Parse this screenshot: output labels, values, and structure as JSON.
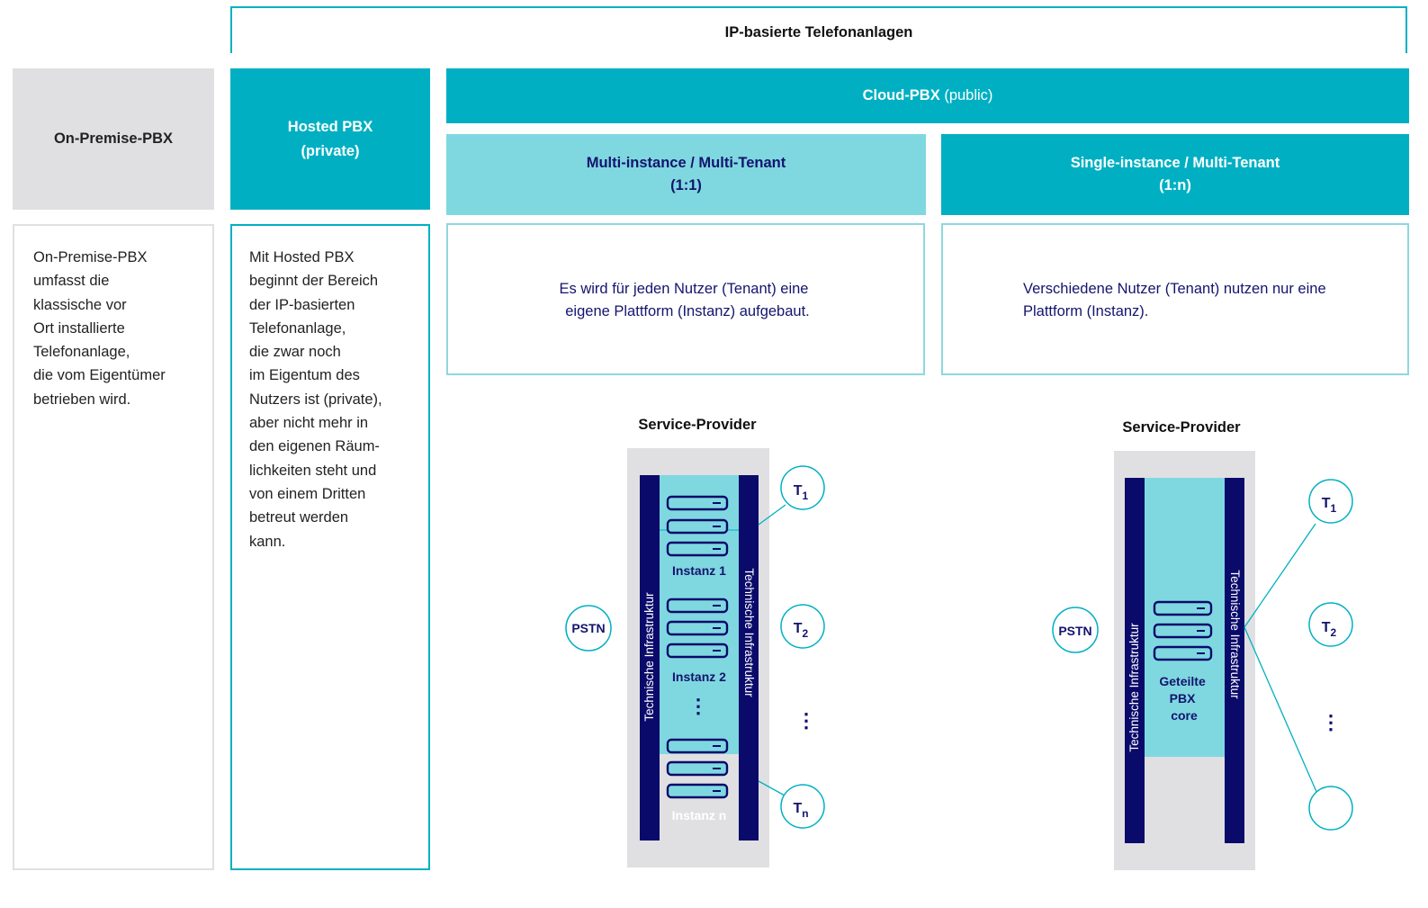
{
  "header": {
    "title": "IP-basierte Telefonanlagen"
  },
  "columns": {
    "onprem": {
      "title": "On-Premise-PBX",
      "lines": [
        "On-Premise-PBX",
        "umfasst die",
        "klassische vor",
        "Ort installierte",
        "Telefonanlage,",
        "die vom Eigentümer",
        "betrieben wird."
      ]
    },
    "hosted": {
      "title_line1": "Hosted PBX",
      "title_line2": "(private)",
      "lines": [
        "Mit Hosted PBX",
        "beginnt der Bereich",
        "der IP-basierten",
        "Telefonanlage,",
        "die zwar noch",
        "im Eigentum des",
        "Nutzers ist (private),",
        "aber nicht mehr in",
        "den eigenen Räum-",
        "lichkeiten steht und",
        "von einem Dritten",
        "betreut werden",
        "kann."
      ]
    },
    "cloud": {
      "title_bold": "Cloud-PBX",
      "title_rest": " (public)"
    },
    "multi": {
      "title_line1": "Multi-instance / Multi-Tenant",
      "title_line2": "(1:1)",
      "lines": [
        "Es wird für jeden Nutzer (Tenant) eine",
        "eigene Plattform (Instanz) aufgebaut."
      ]
    },
    "single": {
      "title_line1": "Single-instance / Multi-Tenant",
      "title_line2": "(1:n)",
      "lines": [
        "Verschiedene Nutzer (Tenant) nutzen nur eine",
        "Plattform (Instanz)."
      ]
    }
  },
  "diagram_left": {
    "provider_label": "Service-Provider",
    "infra_label": "Technische Infrastruktur",
    "pstn": "PSTN",
    "instances": [
      "Instanz 1",
      "Instanz 2",
      "Instanz n"
    ],
    "ellipsis": "⋮",
    "tenants": [
      {
        "base": "T",
        "sub": "1"
      },
      {
        "base": "T",
        "sub": "2"
      },
      {
        "base": "T",
        "sub": "n"
      }
    ]
  },
  "diagram_right": {
    "provider_label": "Service-Provider",
    "infra_label": "Technische Infrastruktur",
    "pstn": "PSTN",
    "core_lines": [
      "Geteilte",
      "PBX",
      "core"
    ],
    "ellipsis": "⋮",
    "tenants": [
      {
        "base": "T",
        "sub": "1"
      },
      {
        "base": "T",
        "sub": "2"
      },
      {
        "base": "",
        "sub": ""
      }
    ]
  },
  "colors": {
    "teal": "#00b0c2",
    "light_teal": "#7fd8e0",
    "navy": "#0a0a6b",
    "gray": "#e0e0e2"
  }
}
